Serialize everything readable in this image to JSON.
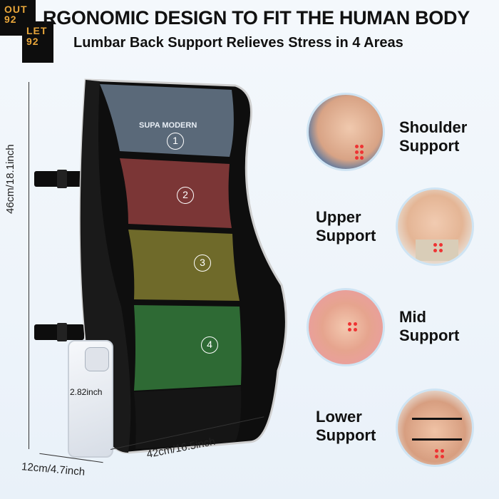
{
  "brand_badge": {
    "line1": "OUT",
    "line2": "LET",
    "line3": "92"
  },
  "headline": "RGONOMIC DESIGN TO FIT THE HUMAN BODY",
  "subheadline": "Lumbar Back Support Relieves Stress in 4 Areas",
  "product": {
    "brand_text": "SUPA MODERN",
    "zones": [
      "1",
      "2",
      "3",
      "4"
    ],
    "zone_colors": [
      "#5f6f7f",
      "#7b3636",
      "#6f6a2a",
      "#2e6a34"
    ]
  },
  "dimensions": {
    "height": "46cm/18.1inch",
    "depth": "12cm/4.7inch",
    "width": "42cm/16.5inch",
    "thickness": "2.82inch"
  },
  "supports": [
    {
      "line1": "Shoulder",
      "line2": "Support"
    },
    {
      "line1": "Upper",
      "line2": "Support"
    },
    {
      "line1": "Mid",
      "line2": "Support"
    },
    {
      "line1": "Lower",
      "line2": "Support"
    }
  ]
}
